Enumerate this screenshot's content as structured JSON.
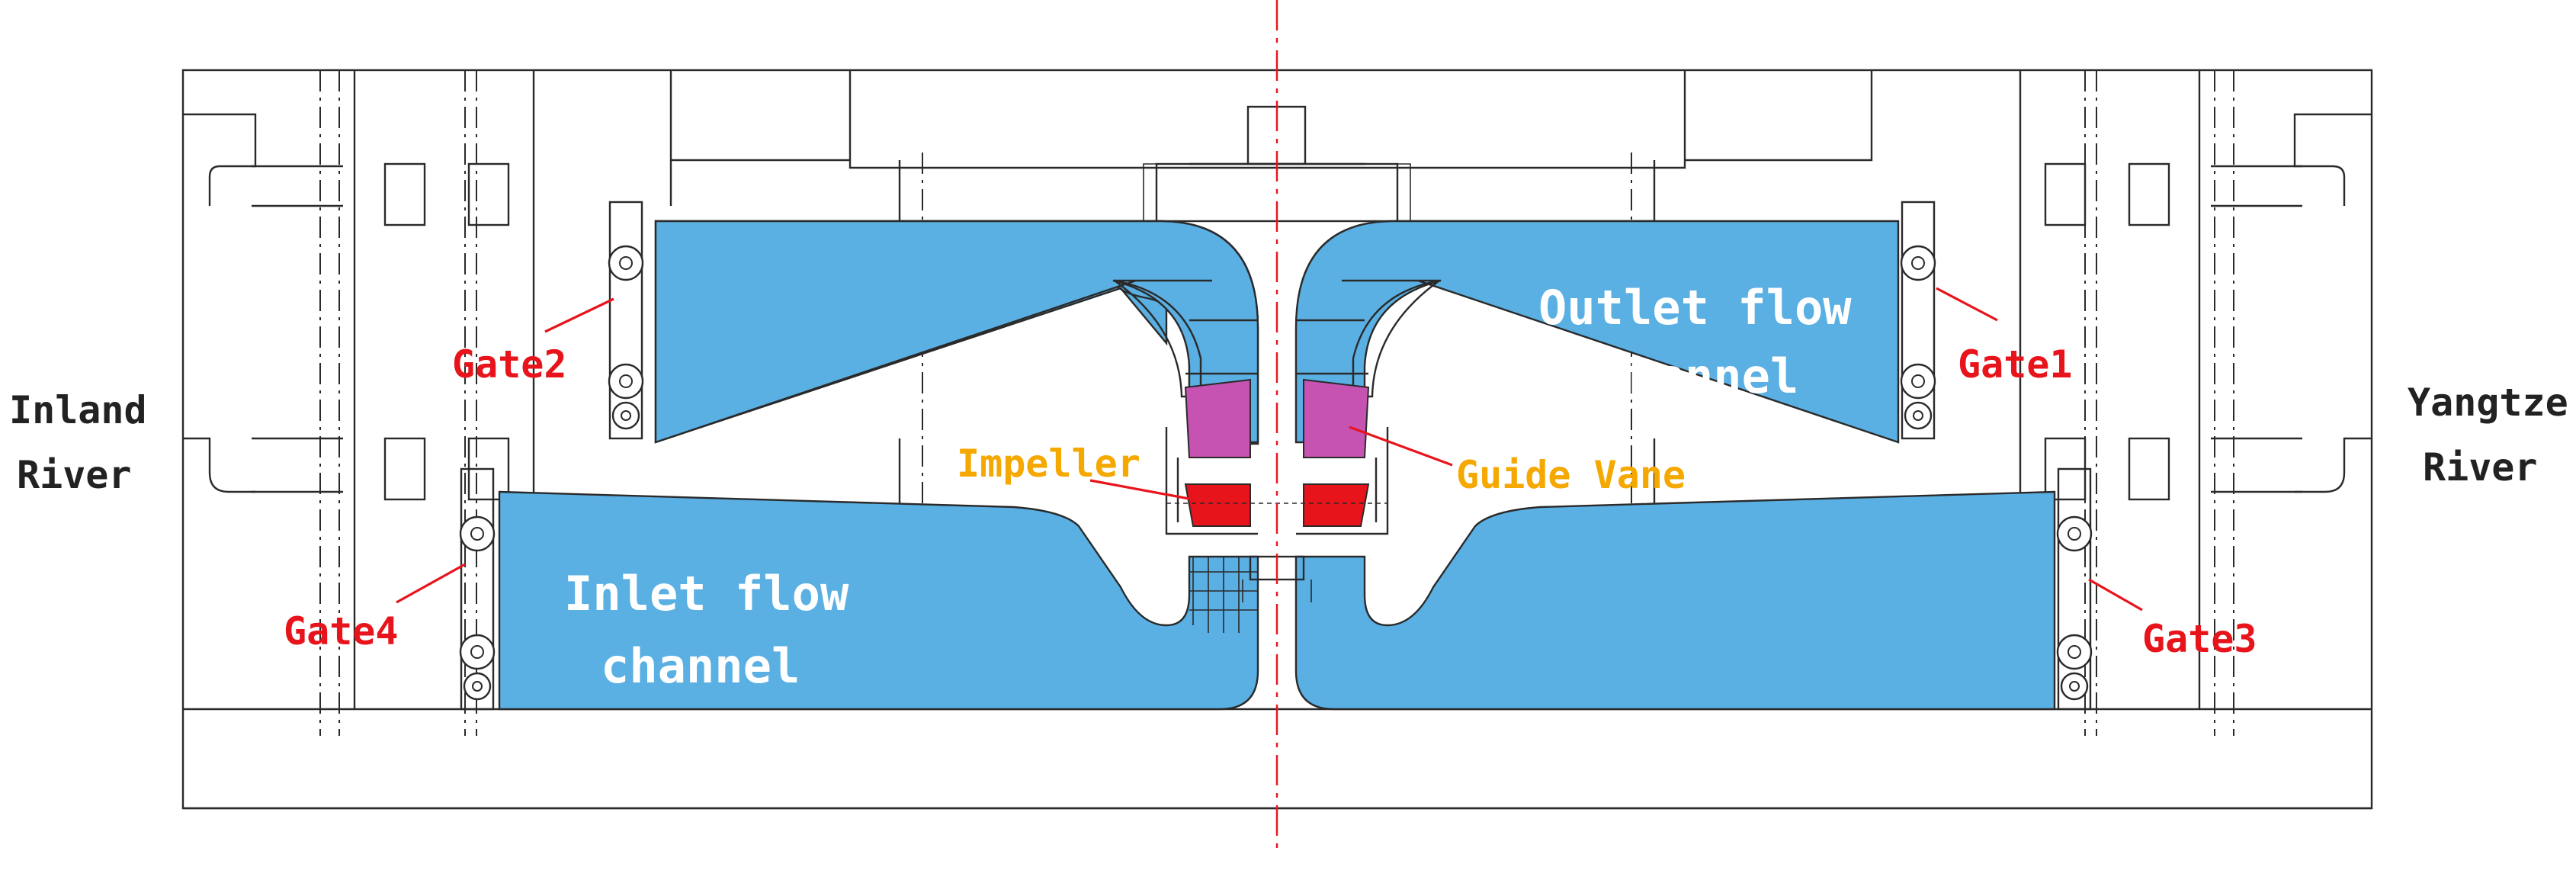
{
  "labels": {
    "inland_river": [
      "Inland",
      "River"
    ],
    "yangtze_river": [
      "Yangtze",
      "River"
    ],
    "outlet_channel": [
      "Outlet flow",
      "channel"
    ],
    "inlet_channel": [
      "Inlet flow",
      "channel"
    ],
    "impeller": "Impeller",
    "guide_vane": "Guide Vane",
    "gate1": "Gate1",
    "gate2": "Gate2",
    "gate3": "Gate3",
    "gate4": "Gate4"
  },
  "colors": {
    "water": "#5aafe3",
    "gate_label": "#e8141c",
    "component_label": "#f5a800",
    "guide_vane_fill": "#c653b2",
    "impeller_fill": "#e8141c",
    "centerline": "#e8141c",
    "outline": "#2a2a2a"
  }
}
